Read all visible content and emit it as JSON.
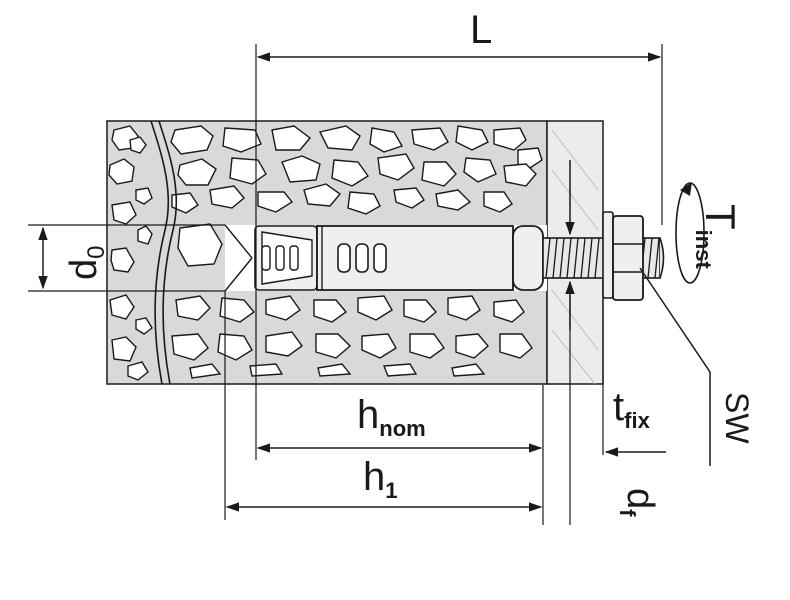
{
  "labels": {
    "L": "L",
    "d0_main": "d",
    "d0_sub": "0",
    "h_nom_main": "h",
    "h_nom_sub": "nom",
    "h1_main": "h",
    "h1_sub": "1",
    "tfix_main": "t",
    "tfix_sub": "fix",
    "df_main": "d",
    "df_sub": "f",
    "SW": "SW",
    "Tinst_main": "T",
    "Tinst_sub": "inst"
  },
  "colors": {
    "concrete": "#d9d9d9",
    "stone": "#ffffff",
    "outline": "#1a1a1a",
    "metal": "#efefef",
    "fixture": "#ececec"
  }
}
